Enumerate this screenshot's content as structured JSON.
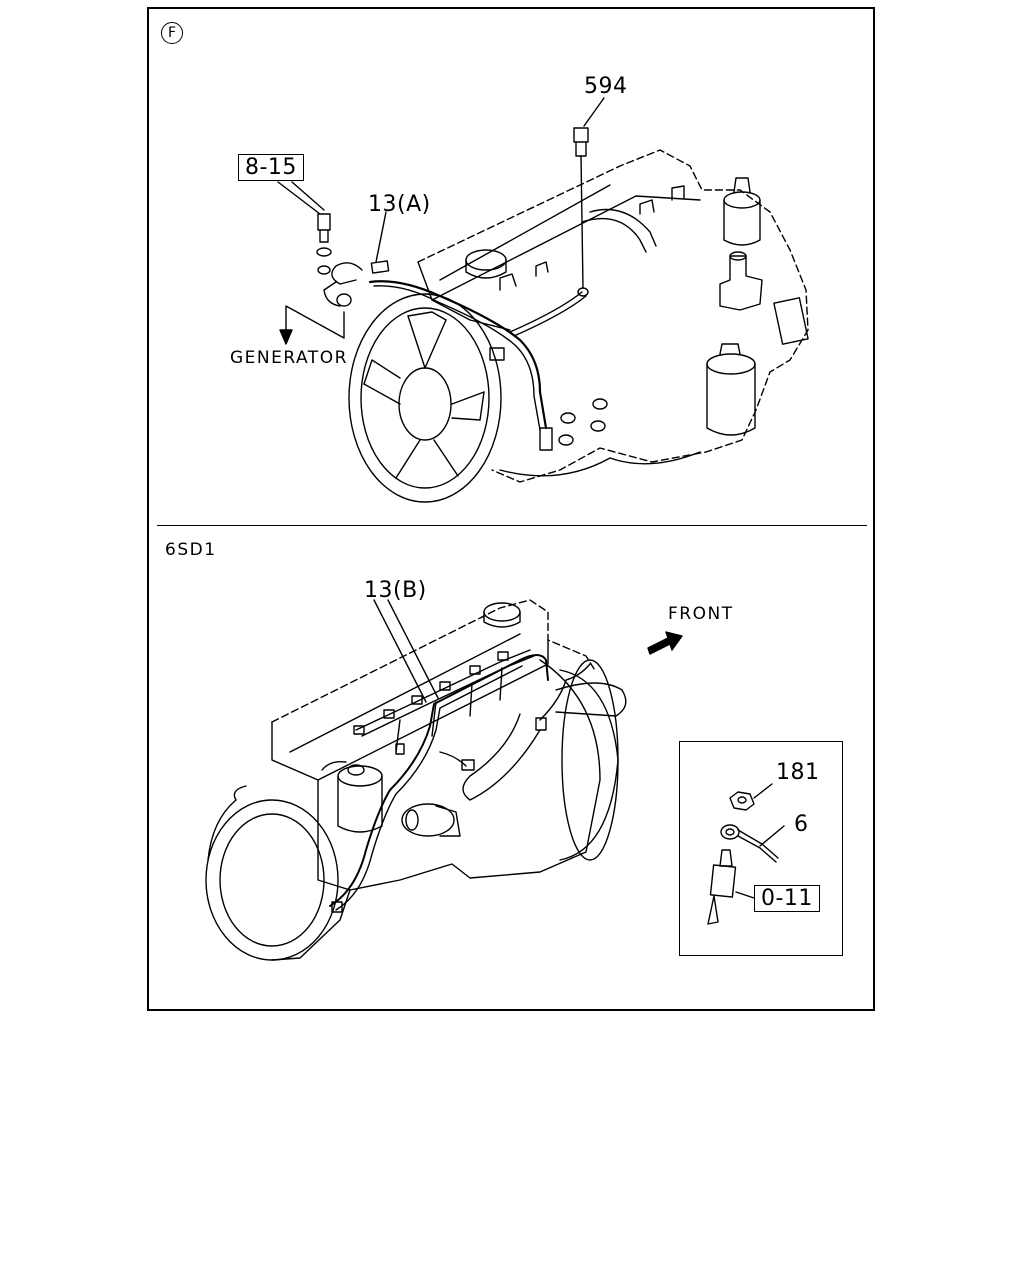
{
  "diagram": {
    "section_top": {
      "view_marker": "F",
      "labels": {
        "bolt_594": "594",
        "harness_13a": "13(A)",
        "ref_8_15": "8-15",
        "generator": "GENERATOR"
      }
    },
    "section_bottom": {
      "engine_model": "6SD1",
      "labels": {
        "harness_13b": "13(B)",
        "front": "FRONT"
      },
      "inset": {
        "part_181": "181",
        "part_6": "6",
        "ref_0_11": "0-11"
      }
    }
  }
}
